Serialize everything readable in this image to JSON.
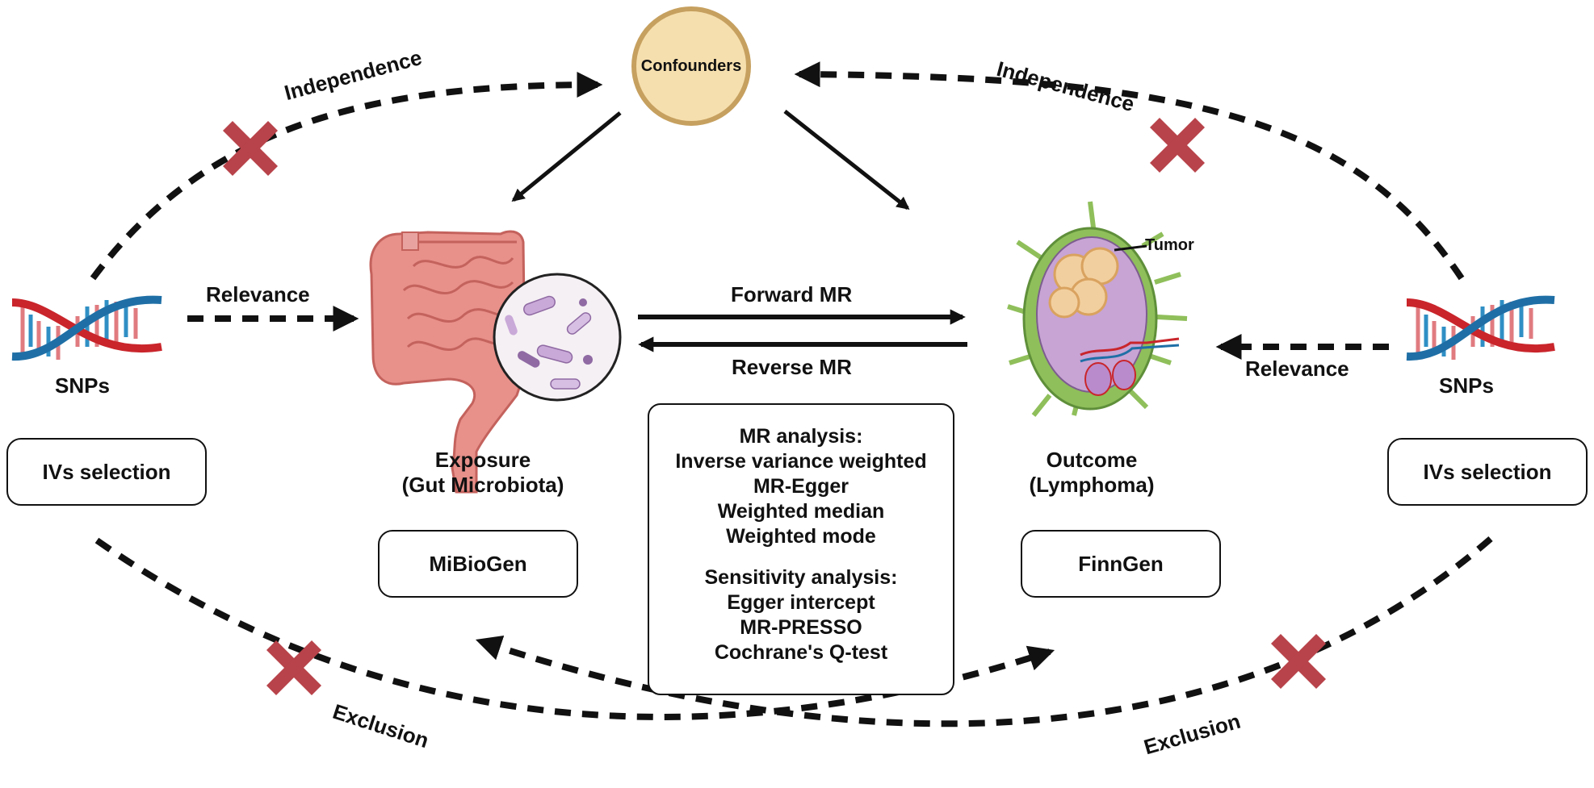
{
  "confounders": "Confounders",
  "left": {
    "independence": "Independence",
    "relevance": "Relevance",
    "snps": "SNPs",
    "ivs_selection": "IVs selection",
    "exclusion": "Exclusion"
  },
  "right": {
    "independence": "Independence",
    "relevance": "Relevance",
    "snps": "SNPs",
    "ivs_selection": "IVs selection",
    "exclusion": "Exclusion"
  },
  "exposure": {
    "line1": "Exposure",
    "line2": "(Gut Microbiota)",
    "source": "MiBioGen"
  },
  "outcome": {
    "line1": "Outcome",
    "line2": "(Lymphoma)",
    "source": "FinnGen",
    "tumor_label": "Tumor"
  },
  "forward_mr": "Forward MR",
  "reverse_mr": "Reverse MR",
  "analysis": {
    "mr_title": "MR analysis:",
    "mr_methods": [
      "Inverse variance weighted",
      "MR-Egger",
      "Weighted median",
      "Weighted mode"
    ],
    "sens_title": "Sensitivity analysis:",
    "sens_methods": [
      "Egger intercept",
      "MR-PRESSO",
      "Cochrane's Q-test"
    ]
  },
  "colors": {
    "dna_red": "#c9252b",
    "dna_blue": "#1f6fa6",
    "cross": "#b8434a",
    "confounder_fill": "#f6dfae",
    "gut": "#e8908a",
    "lymph_green": "#8fbf5a"
  }
}
